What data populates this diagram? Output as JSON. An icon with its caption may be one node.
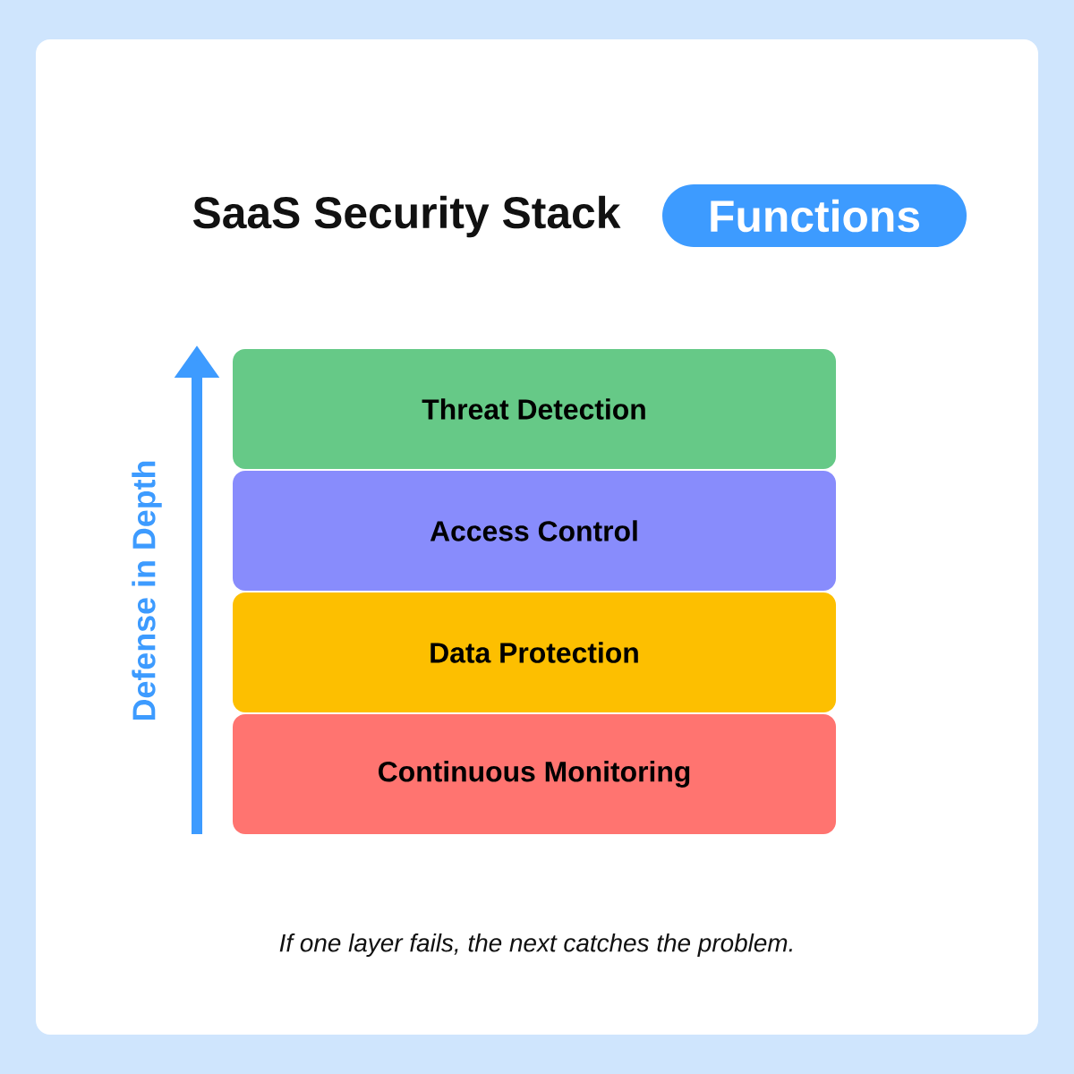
{
  "diagram": {
    "title": "SaaS Security Stack",
    "nodes": [
      {
        "text": [
          "Functions"
        ]
      },
      {
        "text": [
          "Threat Detection"
        ]
      },
      {
        "text": [
          "Access Control"
        ]
      },
      {
        "text": [
          "Data Protection"
        ]
      },
      {
        "text": [
          "Continuous Monitoring"
        ]
      }
    ],
    "labels": [
      "Defense in Depth"
    ],
    "caption": "If one layer fails, the next catches the problem."
  }
}
